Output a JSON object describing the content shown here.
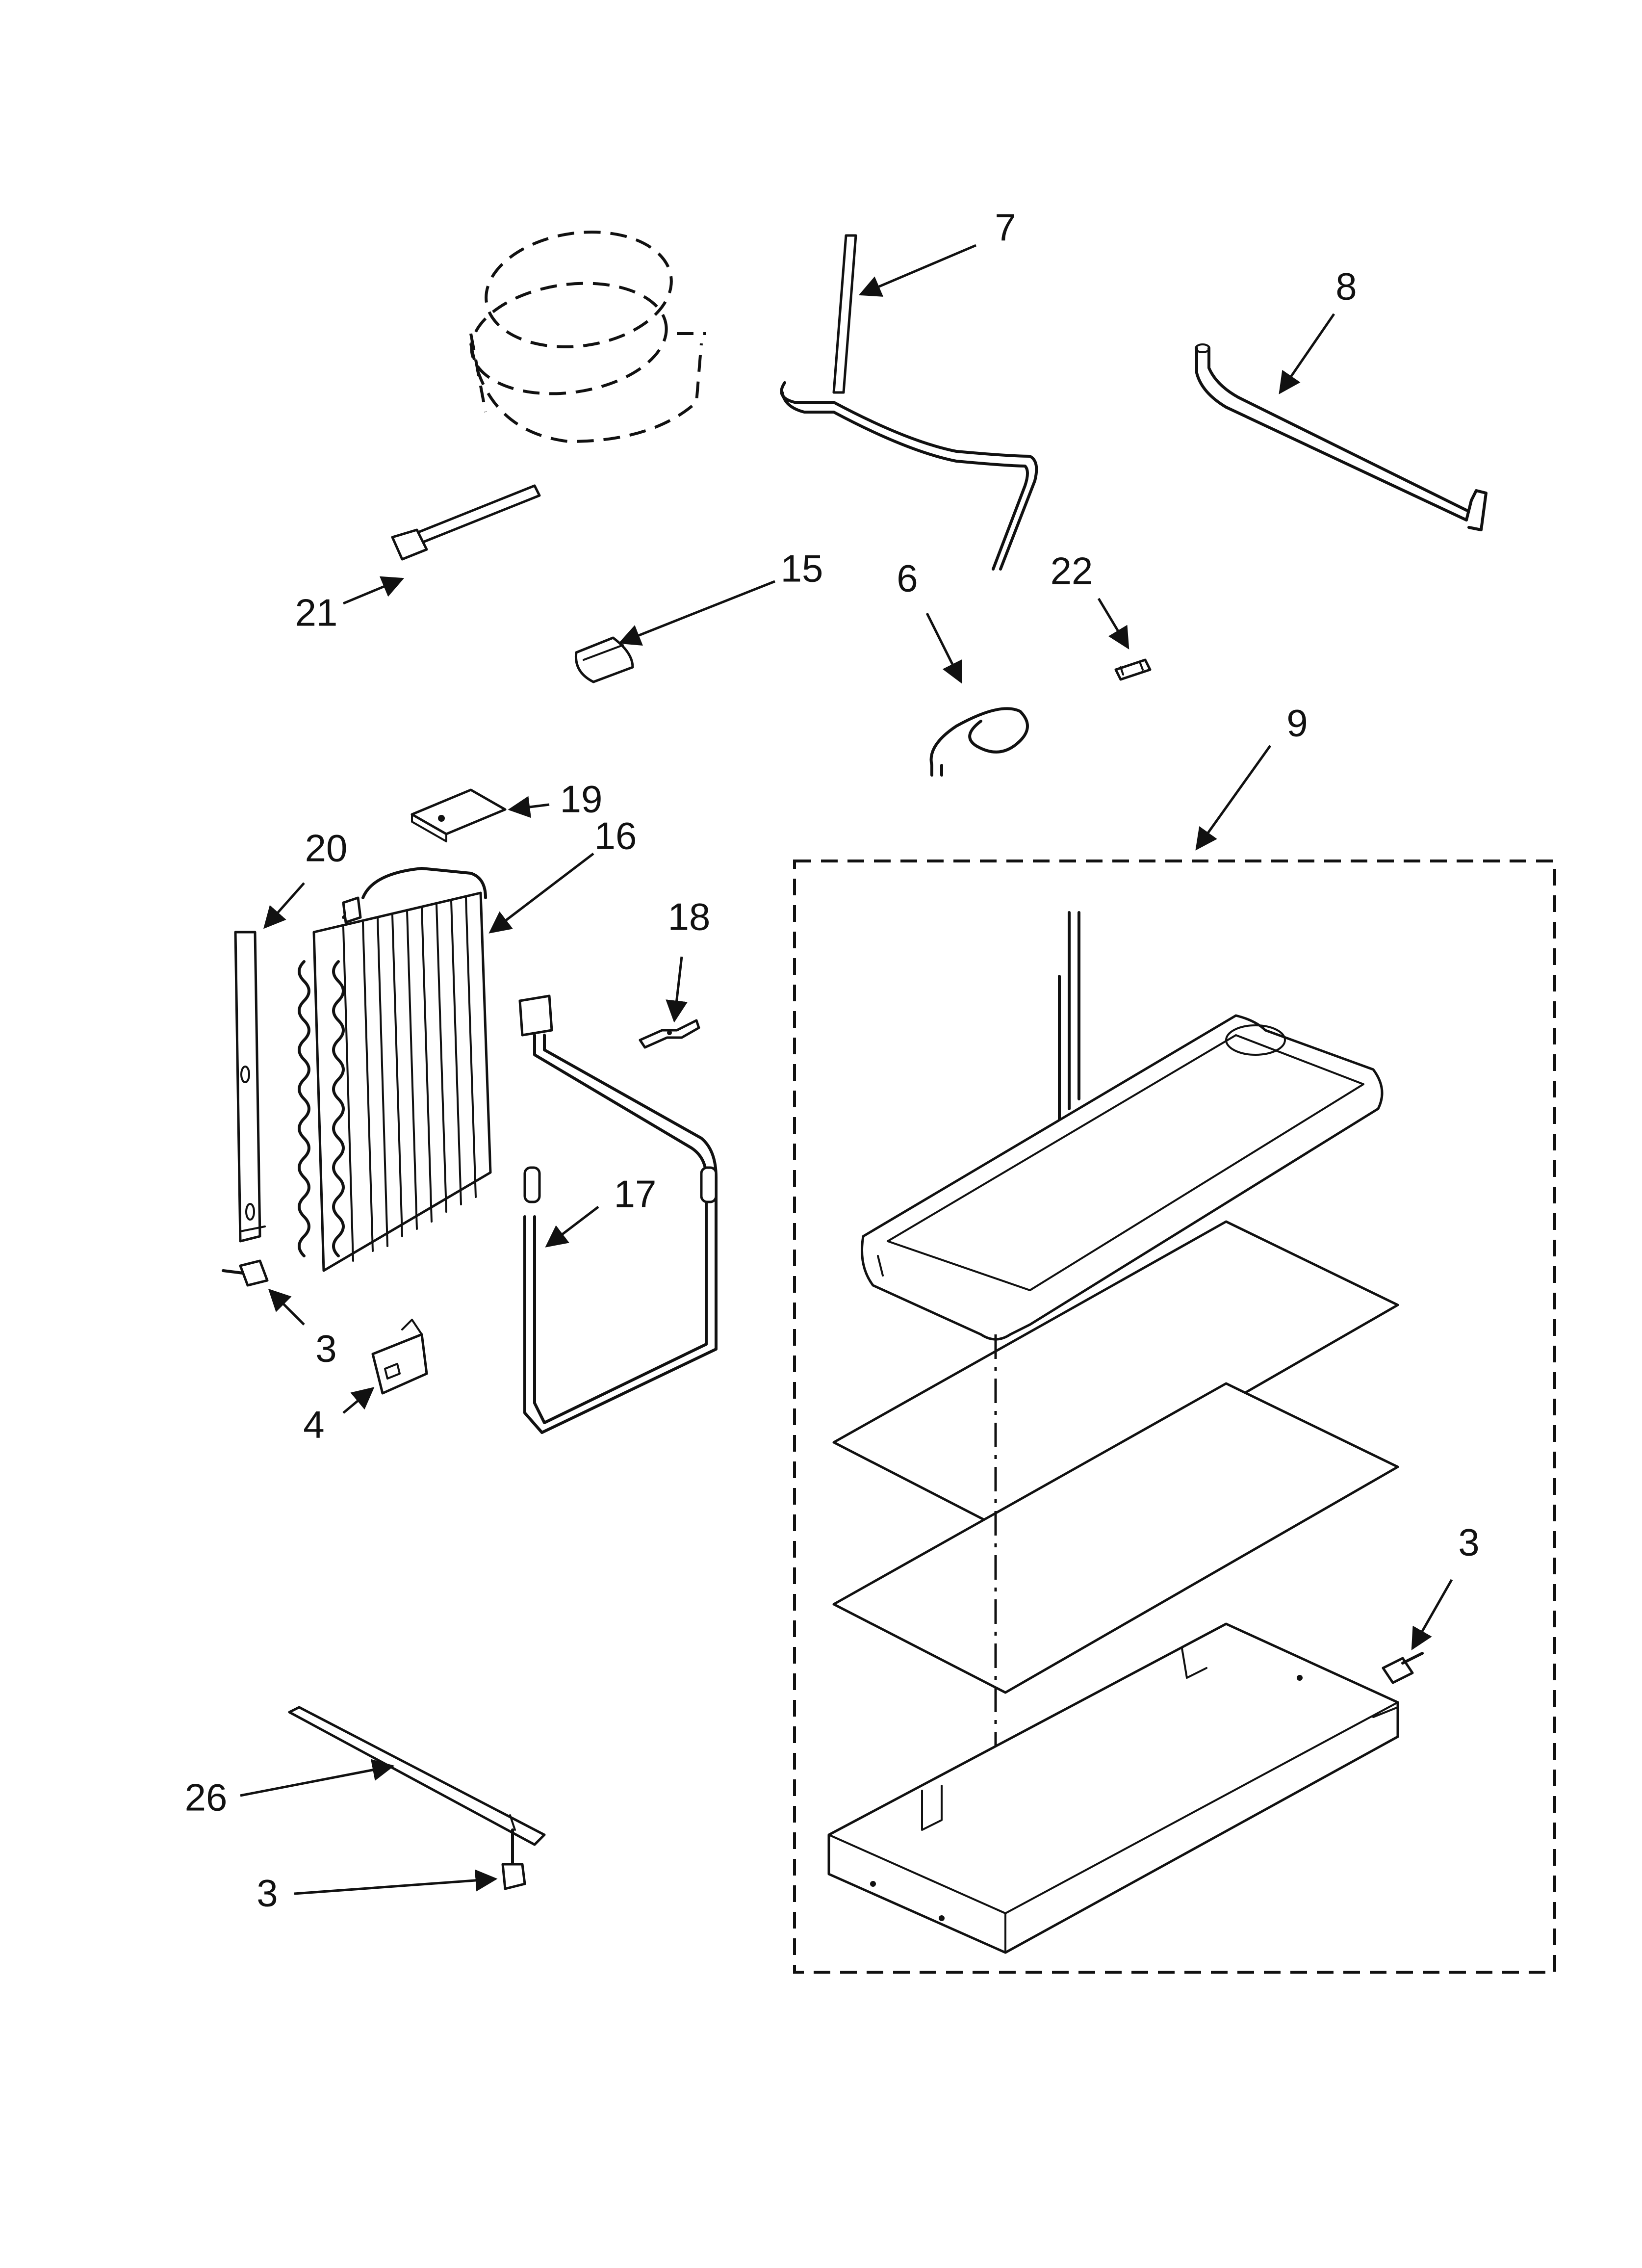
{
  "diagram": {
    "callouts": {
      "c7": "7",
      "c8": "8",
      "c21": "21",
      "c15": "15",
      "c6": "6",
      "c22": "22",
      "c9": "9",
      "c19": "19",
      "c20": "20",
      "c16": "16",
      "c18": "18",
      "c17": "17",
      "c3a": "3",
      "c4": "4",
      "c3b": "3",
      "c26": "26",
      "c3c": "3"
    }
  }
}
